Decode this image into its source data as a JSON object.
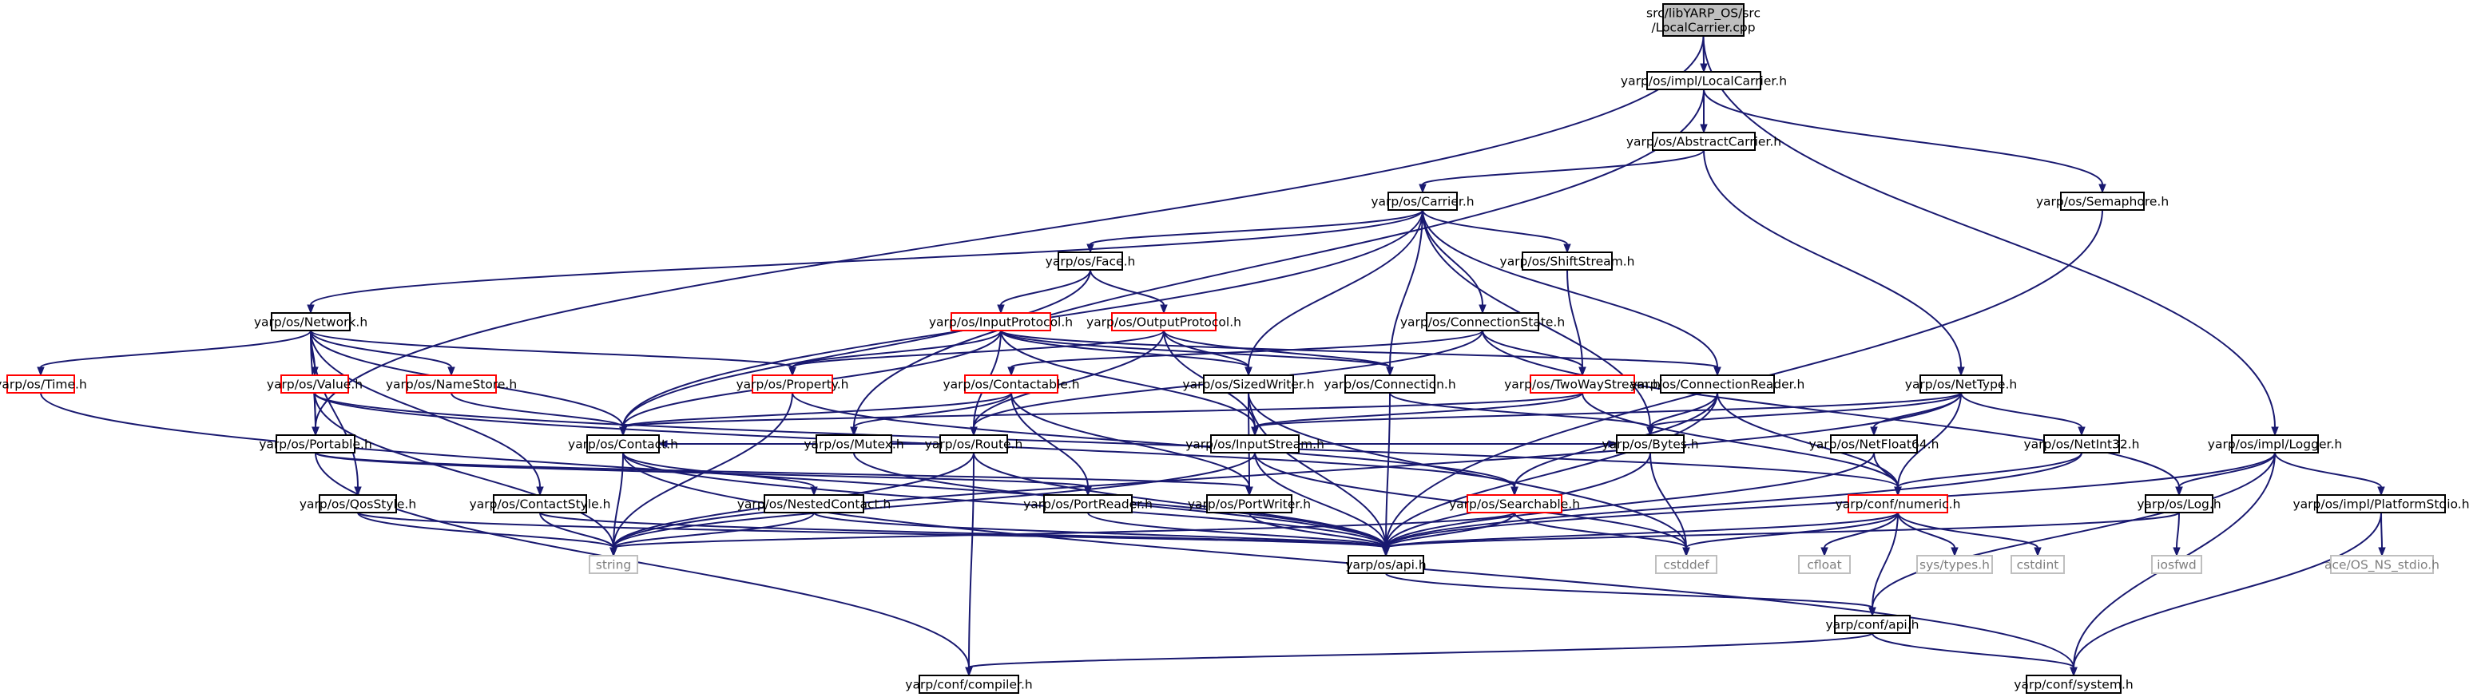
{
  "diagram": {
    "nodes": [
      {
        "id": "root",
        "lines": [
          "src/libYARP_OS/src",
          "/LocalCarrier.cpp"
        ],
        "kind": "root"
      },
      {
        "id": "localcarrier",
        "lines": [
          "yarp/os/impl/LocalCarrier.h"
        ],
        "kind": "normal"
      },
      {
        "id": "abstractcarrier",
        "lines": [
          "yarp/os/AbstractCarrier.h"
        ],
        "kind": "normal"
      },
      {
        "id": "semaphore",
        "lines": [
          "yarp/os/Semaphore.h"
        ],
        "kind": "normal"
      },
      {
        "id": "carrier",
        "lines": [
          "yarp/os/Carrier.h"
        ],
        "kind": "normal"
      },
      {
        "id": "face",
        "lines": [
          "yarp/os/Face.h"
        ],
        "kind": "normal"
      },
      {
        "id": "shiftstream",
        "lines": [
          "yarp/os/ShiftStream.h"
        ],
        "kind": "normal"
      },
      {
        "id": "network",
        "lines": [
          "yarp/os/Network.h"
        ],
        "kind": "normal"
      },
      {
        "id": "inputprotocol",
        "lines": [
          "yarp/os/InputProtocol.h"
        ],
        "kind": "trunc"
      },
      {
        "id": "outputprotocol",
        "lines": [
          "yarp/os/OutputProtocol.h"
        ],
        "kind": "trunc"
      },
      {
        "id": "connectionstate",
        "lines": [
          "yarp/os/ConnectionState.h"
        ],
        "kind": "normal"
      },
      {
        "id": "time",
        "lines": [
          "yarp/os/Time.h"
        ],
        "kind": "trunc"
      },
      {
        "id": "value",
        "lines": [
          "yarp/os/Value.h"
        ],
        "kind": "trunc"
      },
      {
        "id": "namestore",
        "lines": [
          "yarp/os/NameStore.h"
        ],
        "kind": "trunc"
      },
      {
        "id": "property",
        "lines": [
          "yarp/os/Property.h"
        ],
        "kind": "trunc"
      },
      {
        "id": "contactable",
        "lines": [
          "yarp/os/Contactable.h"
        ],
        "kind": "trunc"
      },
      {
        "id": "sizedwriter",
        "lines": [
          "yarp/os/SizedWriter.h"
        ],
        "kind": "normal"
      },
      {
        "id": "connection",
        "lines": [
          "yarp/os/Connection.h"
        ],
        "kind": "normal"
      },
      {
        "id": "twowaystream",
        "lines": [
          "yarp/os/TwoWayStream.h"
        ],
        "kind": "trunc"
      },
      {
        "id": "connectionreader",
        "lines": [
          "yarp/os/ConnectionReader.h"
        ],
        "kind": "normal"
      },
      {
        "id": "nettype",
        "lines": [
          "yarp/os/NetType.h"
        ],
        "kind": "normal"
      },
      {
        "id": "logger",
        "lines": [
          "yarp/os/impl/Logger.h"
        ],
        "kind": "normal"
      },
      {
        "id": "portable",
        "lines": [
          "yarp/os/Portable.h"
        ],
        "kind": "normal"
      },
      {
        "id": "contact",
        "lines": [
          "yarp/os/Contact.h"
        ],
        "kind": "normal"
      },
      {
        "id": "mutex",
        "lines": [
          "yarp/os/Mutex.h"
        ],
        "kind": "normal"
      },
      {
        "id": "route",
        "lines": [
          "yarp/os/Route.h"
        ],
        "kind": "normal"
      },
      {
        "id": "inputstream",
        "lines": [
          "yarp/os/InputStream.h"
        ],
        "kind": "normal"
      },
      {
        "id": "bytes",
        "lines": [
          "yarp/os/Bytes.h"
        ],
        "kind": "normal"
      },
      {
        "id": "netfloat64",
        "lines": [
          "yarp/os/NetFloat64.h"
        ],
        "kind": "normal"
      },
      {
        "id": "netint32",
        "lines": [
          "yarp/os/NetInt32.h"
        ],
        "kind": "normal"
      },
      {
        "id": "qosstyle",
        "lines": [
          "yarp/os/QosStyle.h"
        ],
        "kind": "normal"
      },
      {
        "id": "contactstyle",
        "lines": [
          "yarp/os/ContactStyle.h"
        ],
        "kind": "normal"
      },
      {
        "id": "nestedcontact",
        "lines": [
          "yarp/os/NestedContact.h"
        ],
        "kind": "normal"
      },
      {
        "id": "portreader",
        "lines": [
          "yarp/os/PortReader.h"
        ],
        "kind": "normal"
      },
      {
        "id": "portwriter",
        "lines": [
          "yarp/os/PortWriter.h"
        ],
        "kind": "normal"
      },
      {
        "id": "searchable",
        "lines": [
          "yarp/os/Searchable.h"
        ],
        "kind": "trunc"
      },
      {
        "id": "numeric",
        "lines": [
          "yarp/conf/numeric.h"
        ],
        "kind": "trunc"
      },
      {
        "id": "log",
        "lines": [
          "yarp/os/Log.h"
        ],
        "kind": "normal"
      },
      {
        "id": "platformstdio",
        "lines": [
          "yarp/os/impl/PlatformStdio.h"
        ],
        "kind": "normal"
      },
      {
        "id": "string",
        "lines": [
          "string"
        ],
        "kind": "ext"
      },
      {
        "id": "osapi",
        "lines": [
          "yarp/os/api.h"
        ],
        "kind": "normal"
      },
      {
        "id": "cstddef",
        "lines": [
          "cstddef"
        ],
        "kind": "ext"
      },
      {
        "id": "cfloat",
        "lines": [
          "cfloat"
        ],
        "kind": "ext"
      },
      {
        "id": "systypes",
        "lines": [
          "sys/types.h"
        ],
        "kind": "ext"
      },
      {
        "id": "cstdint",
        "lines": [
          "cstdint"
        ],
        "kind": "ext"
      },
      {
        "id": "iosfwd",
        "lines": [
          "iosfwd"
        ],
        "kind": "ext"
      },
      {
        "id": "acestdio",
        "lines": [
          "ace/OS_NS_stdio.h"
        ],
        "kind": "ext"
      },
      {
        "id": "confapi",
        "lines": [
          "yarp/conf/api.h"
        ],
        "kind": "normal"
      },
      {
        "id": "compiler",
        "lines": [
          "yarp/conf/compiler.h"
        ],
        "kind": "normal"
      },
      {
        "id": "system",
        "lines": [
          "yarp/conf/system.h"
        ],
        "kind": "normal"
      }
    ],
    "edges": [
      [
        "root",
        "localcarrier"
      ],
      [
        "root",
        "portable"
      ],
      [
        "root",
        "logger"
      ],
      [
        "localcarrier",
        "abstractcarrier"
      ],
      [
        "localcarrier",
        "semaphore"
      ],
      [
        "localcarrier",
        "mutex"
      ],
      [
        "abstractcarrier",
        "carrier"
      ],
      [
        "abstractcarrier",
        "nettype"
      ],
      [
        "semaphore",
        "osapi"
      ],
      [
        "carrier",
        "network"
      ],
      [
        "carrier",
        "face"
      ],
      [
        "carrier",
        "shiftstream"
      ],
      [
        "carrier",
        "connectionstate"
      ],
      [
        "carrier",
        "connectionreader"
      ],
      [
        "carrier",
        "sizedwriter"
      ],
      [
        "carrier",
        "connection"
      ],
      [
        "carrier",
        "contact"
      ],
      [
        "carrier",
        "bytes"
      ],
      [
        "face",
        "inputprotocol"
      ],
      [
        "face",
        "outputprotocol"
      ],
      [
        "face",
        "contact"
      ],
      [
        "shiftstream",
        "twowaystream"
      ],
      [
        "network",
        "time"
      ],
      [
        "network",
        "value"
      ],
      [
        "network",
        "namestore"
      ],
      [
        "network",
        "property"
      ],
      [
        "network",
        "contact"
      ],
      [
        "network",
        "portable"
      ],
      [
        "network",
        "qosstyle"
      ],
      [
        "network",
        "contactstyle"
      ],
      [
        "inputprotocol",
        "property"
      ],
      [
        "inputprotocol",
        "route"
      ],
      [
        "inputprotocol",
        "sizedwriter"
      ],
      [
        "inputprotocol",
        "connection"
      ],
      [
        "inputprotocol",
        "inputstream"
      ],
      [
        "inputprotocol",
        "connectionreader"
      ],
      [
        "inputprotocol",
        "contact"
      ],
      [
        "outputprotocol",
        "property"
      ],
      [
        "outputprotocol",
        "route"
      ],
      [
        "outputprotocol",
        "sizedwriter"
      ],
      [
        "outputprotocol",
        "connection"
      ],
      [
        "outputprotocol",
        "inputstream"
      ],
      [
        "connectionstate",
        "contactable"
      ],
      [
        "connectionstate",
        "twowaystream"
      ],
      [
        "connectionstate",
        "log"
      ],
      [
        "connectionstate",
        "route"
      ],
      [
        "time",
        "osapi"
      ],
      [
        "value",
        "portable"
      ],
      [
        "value",
        "searchable"
      ],
      [
        "value",
        "string"
      ],
      [
        "value",
        "numeric"
      ],
      [
        "namestore",
        "contact"
      ],
      [
        "property",
        "searchable"
      ],
      [
        "property",
        "string"
      ],
      [
        "contactable",
        "contact"
      ],
      [
        "contactable",
        "mutex"
      ],
      [
        "contactable",
        "portreader"
      ],
      [
        "contactable",
        "portwriter"
      ],
      [
        "sizedwriter",
        "portwriter"
      ],
      [
        "sizedwriter",
        "osapi"
      ],
      [
        "sizedwriter",
        "cstddef"
      ],
      [
        "connection",
        "bytes"
      ],
      [
        "connection",
        "osapi"
      ],
      [
        "twowaystream",
        "contact"
      ],
      [
        "twowaystream",
        "inputstream"
      ],
      [
        "twowaystream",
        "numeric"
      ],
      [
        "connectionreader",
        "bytes"
      ],
      [
        "connectionreader",
        "searchable"
      ],
      [
        "connectionreader",
        "numeric"
      ],
      [
        "connectionreader",
        "osapi"
      ],
      [
        "nettype",
        "bytes"
      ],
      [
        "nettype",
        "netfloat64"
      ],
      [
        "nettype",
        "netint32"
      ],
      [
        "nettype",
        "numeric"
      ],
      [
        "nettype",
        "string"
      ],
      [
        "nettype",
        "inputstream"
      ],
      [
        "logger",
        "log"
      ],
      [
        "logger",
        "platformstdio"
      ],
      [
        "logger",
        "confapi"
      ],
      [
        "logger",
        "system"
      ],
      [
        "logger",
        "osapi"
      ],
      [
        "portable",
        "portreader"
      ],
      [
        "portable",
        "portwriter"
      ],
      [
        "contact",
        "nestedcontact"
      ],
      [
        "contact",
        "string"
      ],
      [
        "contact",
        "osapi"
      ],
      [
        "mutex",
        "osapi"
      ],
      [
        "route",
        "contact"
      ],
      [
        "route",
        "string"
      ],
      [
        "route",
        "compiler"
      ],
      [
        "route",
        "osapi"
      ],
      [
        "inputstream",
        "bytes"
      ],
      [
        "inputstream",
        "osapi"
      ],
      [
        "inputstream",
        "string"
      ],
      [
        "inputstream",
        "cstddef"
      ],
      [
        "bytes",
        "osapi"
      ],
      [
        "bytes",
        "cstddef"
      ],
      [
        "netfloat64",
        "numeric"
      ],
      [
        "netfloat64",
        "osapi"
      ],
      [
        "netint32",
        "numeric"
      ],
      [
        "netint32",
        "osapi"
      ],
      [
        "qosstyle",
        "string"
      ],
      [
        "qosstyle",
        "osapi"
      ],
      [
        "contactstyle",
        "string"
      ],
      [
        "contactstyle",
        "osapi"
      ],
      [
        "nestedcontact",
        "string"
      ],
      [
        "nestedcontact",
        "osapi"
      ],
      [
        "portreader",
        "osapi"
      ],
      [
        "portwriter",
        "osapi"
      ],
      [
        "searchable",
        "string"
      ],
      [
        "searchable",
        "osapi"
      ],
      [
        "searchable",
        "cstddef"
      ],
      [
        "numeric",
        "osapi"
      ],
      [
        "numeric",
        "confapi"
      ],
      [
        "numeric",
        "cfloat"
      ],
      [
        "numeric",
        "systypes"
      ],
      [
        "numeric",
        "cstdint"
      ],
      [
        "numeric",
        "cstddef"
      ],
      [
        "log",
        "iosfwd"
      ],
      [
        "log",
        "osapi"
      ],
      [
        "platformstdio",
        "acestdio"
      ],
      [
        "platformstdio",
        "system"
      ],
      [
        "osapi",
        "confapi"
      ],
      [
        "confapi",
        "compiler"
      ],
      [
        "confapi",
        "system"
      ],
      [
        "portable",
        "compiler"
      ],
      [
        "contact",
        "system"
      ]
    ],
    "colors": {
      "edge": "#191970",
      "normal_border": "#000000",
      "trunc_border": "#ff0000",
      "ext_border": "#bfbfbf",
      "ext_text": "#7f7f7f",
      "root_fill": "#bfbfbf",
      "fill": "#ffffff"
    }
  }
}
